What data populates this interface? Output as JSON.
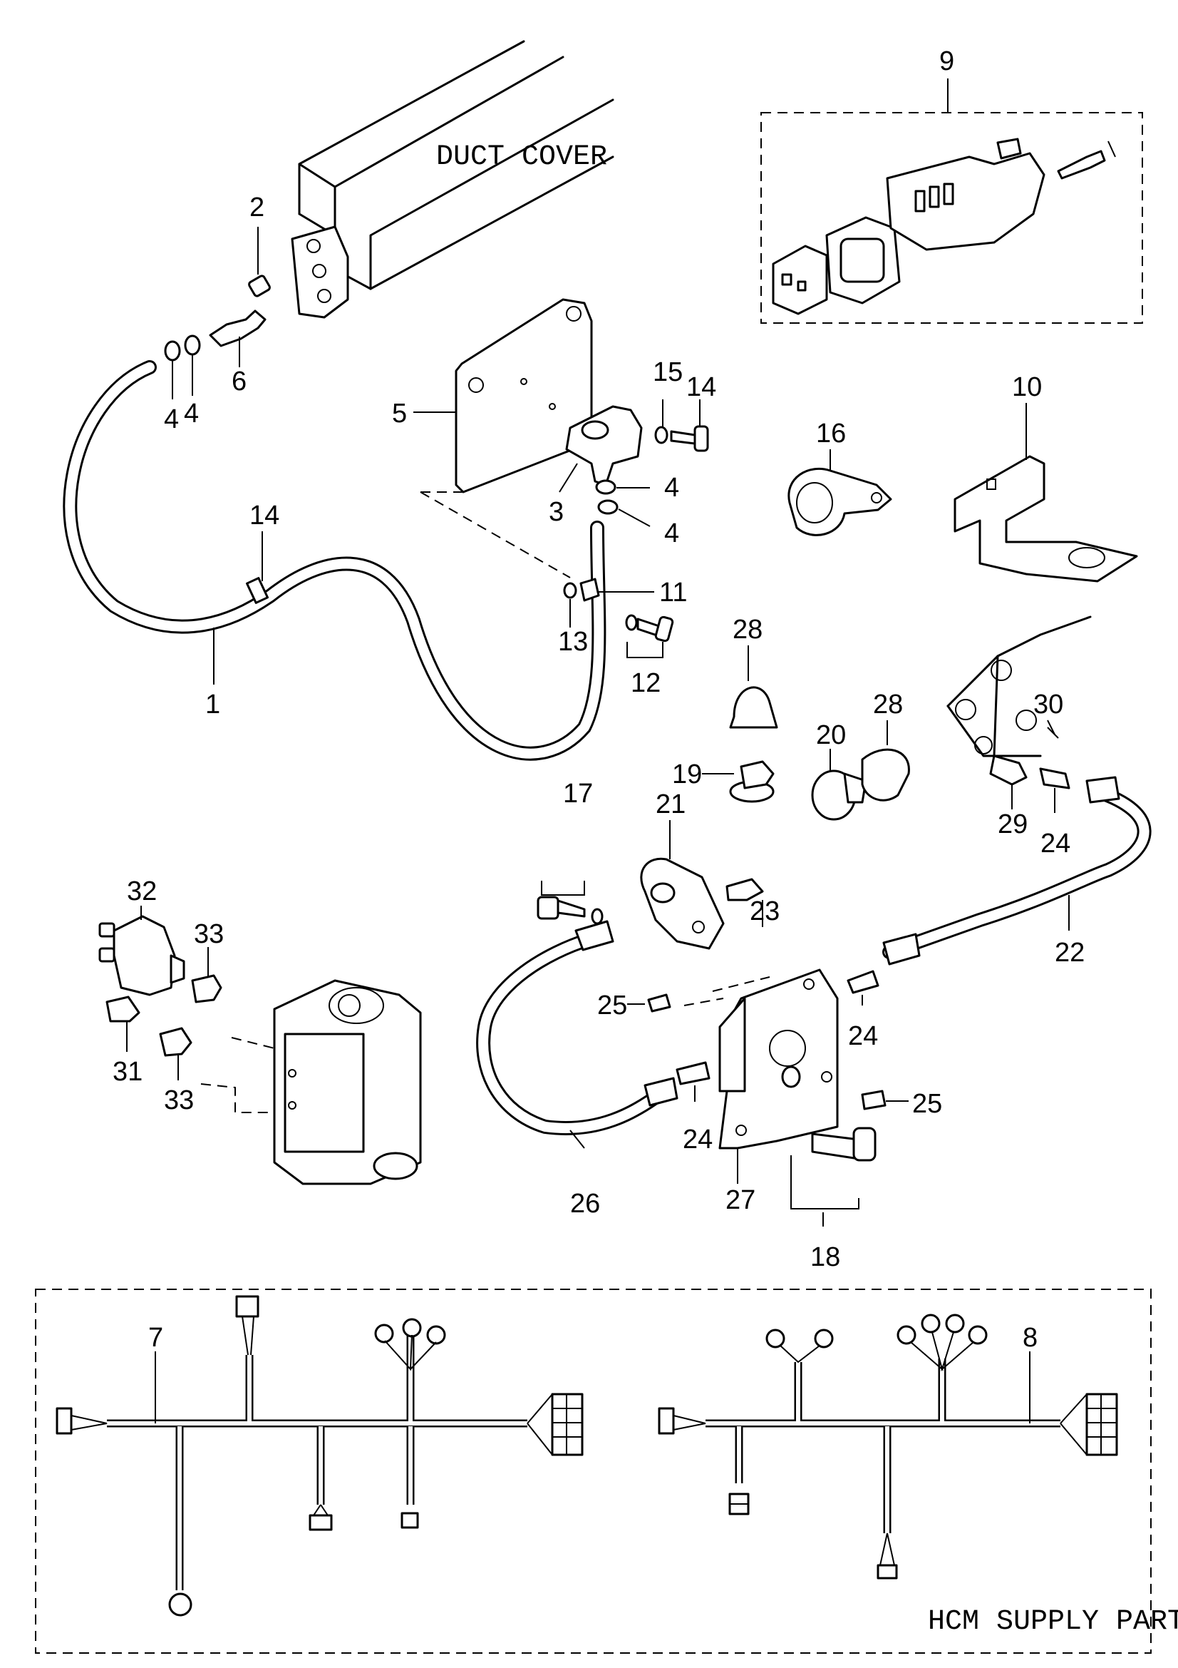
{
  "labels": {
    "duct_cover": "DUCT COVER",
    "hcm_supply": "HCM SUPPLY PART"
  },
  "callouts": {
    "c1": "1",
    "c2": "2",
    "c3": "3",
    "c4a": "4",
    "c4b": "4",
    "c4c": "4",
    "c4d": "4",
    "c5": "5",
    "c6": "6",
    "c7": "7",
    "c8": "8",
    "c9": "9",
    "c10": "10",
    "c11": "11",
    "c12": "12",
    "c13": "13",
    "c14a": "14",
    "c14b": "14",
    "c15": "15",
    "c16": "16",
    "c17": "17",
    "c18": "18",
    "c19": "19",
    "c20": "20",
    "c21": "21",
    "c22": "22",
    "c23": "23",
    "c24a": "24",
    "c24b": "24",
    "c24c": "24",
    "c25a": "25",
    "c25b": "25",
    "c26": "26",
    "c27": "27",
    "c28a": "28",
    "c28b": "28",
    "c29": "29",
    "c30": "30",
    "c31": "31",
    "c32": "32",
    "c33a": "33",
    "c33b": "33"
  }
}
